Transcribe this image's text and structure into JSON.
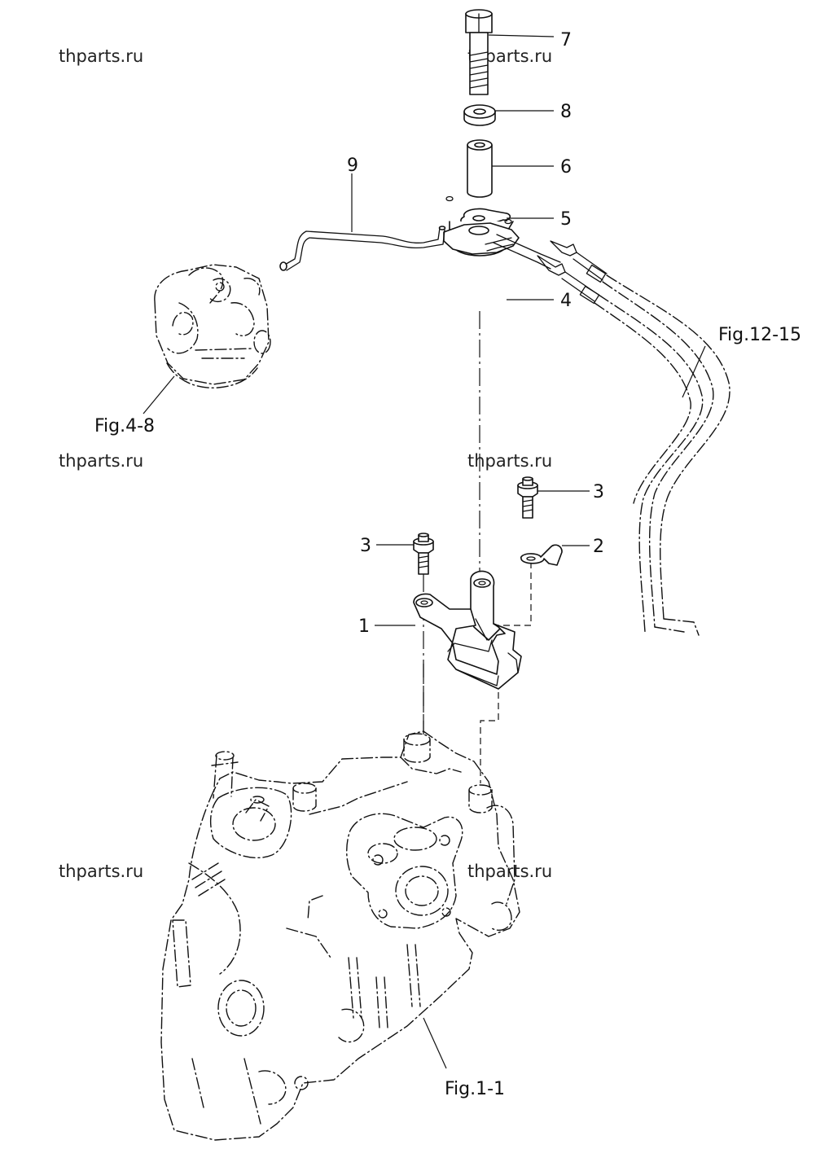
{
  "watermark": "thparts.ru",
  "callouts": {
    "p1": "1",
    "p2": "2",
    "p3a": "3",
    "p3b": "3",
    "p4": "4",
    "p5": "5",
    "p6": "6",
    "p7": "7",
    "p8": "8",
    "p9": "9"
  },
  "figure_refs": {
    "carburetor": "Fig.4-8",
    "cables": "Fig.12-15",
    "block": "Fig.1-1"
  }
}
